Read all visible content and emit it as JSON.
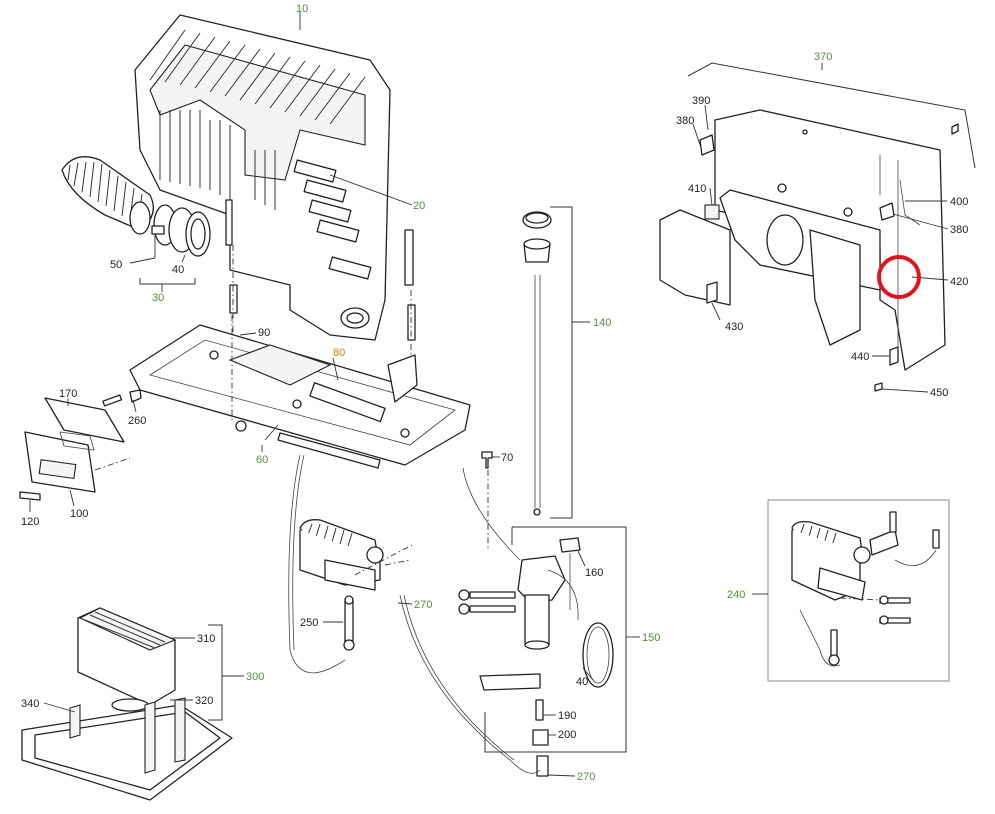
{
  "labels": {
    "p10": "10",
    "p20": "20",
    "p30": "30",
    "p40a": "40",
    "p50": "50",
    "p60": "60",
    "p70": "70",
    "p80": "80",
    "p90": "90",
    "p100": "100",
    "p120": "120",
    "p140": "140",
    "p150": "150",
    "p160": "160",
    "p170": "170",
    "p190": "190",
    "p200": "200",
    "p240": "240",
    "p250": "250",
    "p260": "260",
    "p270a": "270",
    "p270b": "270",
    "p300": "300",
    "p310": "310",
    "p320": "320",
    "p340": "340",
    "p370": "370",
    "p380a": "380",
    "p380b": "380",
    "p390": "390",
    "p400": "400",
    "p410": "410",
    "p420": "420",
    "p430": "430",
    "p440": "440",
    "p450": "450",
    "p40b": "40"
  },
  "colors": {
    "assembly_label": "#4f8f3a",
    "part_label": "#222222",
    "highlight_label": "#d07a18",
    "highlight_circle": "#e0141e"
  },
  "highlight": {
    "target": "420"
  }
}
